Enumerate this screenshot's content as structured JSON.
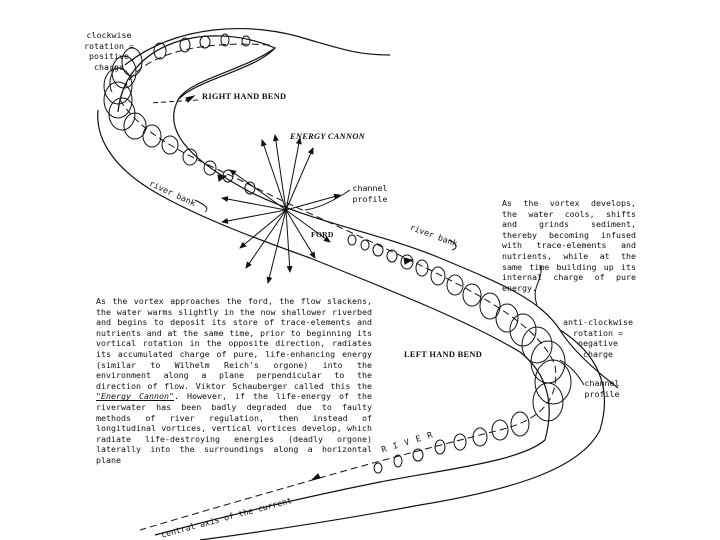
{
  "labels": {
    "clockwise": [
      "clockwise",
      "rotation =",
      "positive",
      "charge"
    ],
    "right_hand_bend": "RIGHT HAND BEND",
    "energy_cannon": "ENERGY CANNON",
    "channel_profile_top": [
      "channel",
      "profile"
    ],
    "river_bank_left": "river bank",
    "ford": "FORD",
    "river_bank_right": "river bank",
    "anti_clockwise": [
      "anti-clockwise",
      "rotation =",
      "negative",
      "charge"
    ],
    "left_hand_bend": "LEFT HAND BEND",
    "channel_profile_right": [
      "channel",
      "profile"
    ],
    "river": "R I V E R",
    "central_axis": "central axis of the current"
  },
  "notes": {
    "vortex_develops": "As the vortex develops, the water cools, shifts and grinds sediment, thereby becoming infused with trace-elements and nutrients, while at the same time building up its internal charge of pure energy.",
    "ford_paragraph_1": "As the vortex approaches the ford, the flow slackens, the water warms slightly in the now shallower riverbed and begins to deposit its store of trace-elements and nutrients and at the same time, prior to beginning its vortical rotation in the opposite direction, radiates its accumulated charge of pure, life-enhancing energy (similar to Wilhelm Reich's orgone) into the environment along a plane perpendicular to the direction of flow. Viktor Schauberger called this the ",
    "ford_emphasis": "\"Energy Cannon\"",
    "ford_paragraph_2": ". However, if the life-energy of the riverwater has been badly degraded due to faulty methods of river regulation, then instead of longitudinal vortices, vertical vortices develop, which radiate life-destroying energies (deadly orgone) laterally into the surroundings along a horizontal plane"
  },
  "colors": {
    "ink": "#111111",
    "paper": "#ffffff"
  }
}
